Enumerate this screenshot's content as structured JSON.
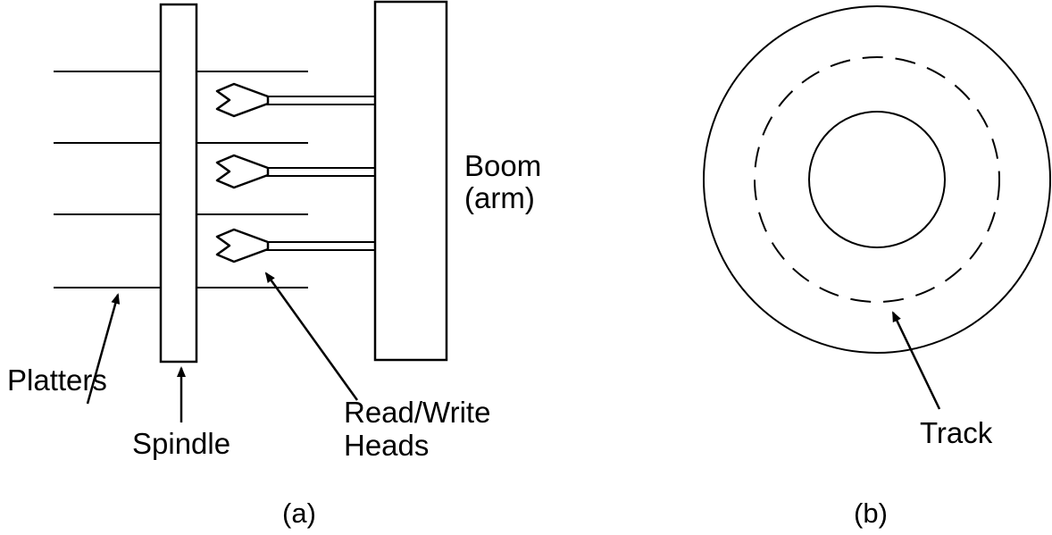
{
  "figure": {
    "background": "#ffffff",
    "stroke_color": "#000000",
    "panel_a": {
      "labels": {
        "platters": "Platters",
        "spindle": "Spindle",
        "read_write_line1": "Read/Write",
        "read_write_line2": "Heads",
        "boom_line1": "Boom",
        "boom_line2": "(arm)",
        "caption": "(a)"
      }
    },
    "panel_b": {
      "labels": {
        "track": "Track",
        "caption": "(b)"
      }
    }
  }
}
